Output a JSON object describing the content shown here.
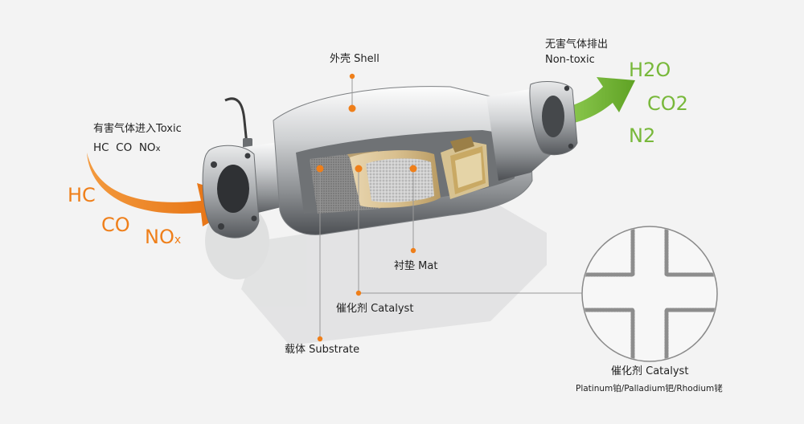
{
  "colors": {
    "accent_orange": "#ef7f1a",
    "accent_green": "#78b83a",
    "background": "#f3f3f3"
  },
  "intake": {
    "title": "有害气体进入Toxic",
    "formula_line": {
      "hc": "HC",
      "co": "CO",
      "no": "NO",
      "x": "x"
    },
    "big": {
      "hc": "HC",
      "co": "CO",
      "no": "NO",
      "x": "x"
    }
  },
  "exhaust": {
    "title": "无害气体排出",
    "subtitle": "Non-toxic",
    "gases": [
      "H2O",
      "CO2",
      "N2"
    ]
  },
  "labels": {
    "shell": "外壳 Shell",
    "mat": "衬垫 Mat",
    "catalyst": "催化剂 Catalyst",
    "substrate": "载体 Substrate"
  },
  "zoom": {
    "title": "催化剂 Catalyst",
    "metals": "Platinum铂/Palladium钯/Rhodium铑"
  }
}
